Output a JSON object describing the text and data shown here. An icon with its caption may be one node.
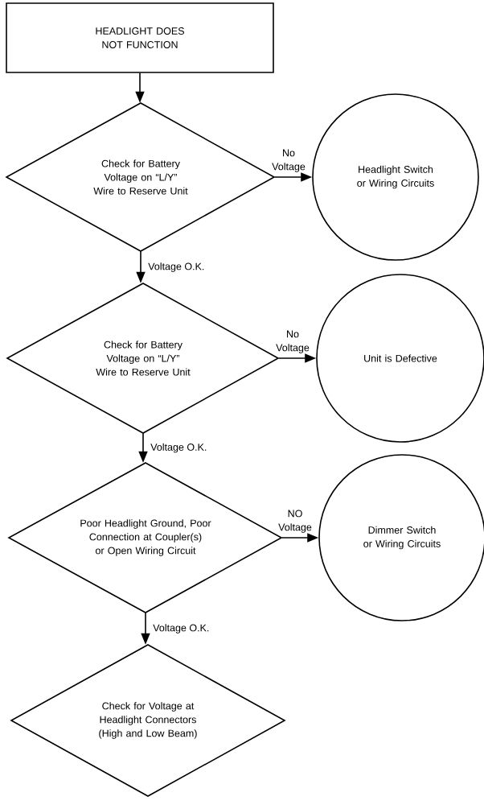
{
  "diagram": {
    "nodes": [
      {
        "text": [
          "HEADLIGHT DOES NOT FUNCTION"
        ]
      },
      {
        "text": [
          "Check for Battery Voltage on “L/Y” Wire to Reserve Unit"
        ]
      },
      {
        "text": [
          "Headlight Switch or Wiring Circuits"
        ]
      },
      {
        "text": [
          "Check for Battery Voltage on “L/Y” Wire to Reserve Unit"
        ]
      },
      {
        "text": [
          "Unit is Defective"
        ]
      },
      {
        "text": [
          "Poor Headlight Ground, Poor Connection at Coupler(s) or Open Wiring Circuit"
        ]
      },
      {
        "text": [
          "Dimmer Switch or Wiring Circuits"
        ]
      },
      {
        "text": [
          "Check for Voltage at Headlight Connectors (High and Low Beam)"
        ]
      }
    ],
    "edges": [
      {
        "from": 0,
        "to": 1,
        "arrow": "to"
      },
      {
        "from": 1,
        "to": 2,
        "arrow": "to",
        "label": "No Voltage"
      },
      {
        "from": 1,
        "to": 3,
        "arrow": "to",
        "label": "Voltage O.K."
      },
      {
        "from": 3,
        "to": 4,
        "arrow": "to",
        "label": "No Voltage"
      },
      {
        "from": 3,
        "to": 5,
        "arrow": "to",
        "label": "Voltage O.K."
      },
      {
        "from": 5,
        "to": 6,
        "arrow": "to",
        "label": "NO Voltage"
      },
      {
        "from": 5,
        "to": 7,
        "arrow": "to",
        "label": "Voltage O.K."
      }
    ]
  }
}
